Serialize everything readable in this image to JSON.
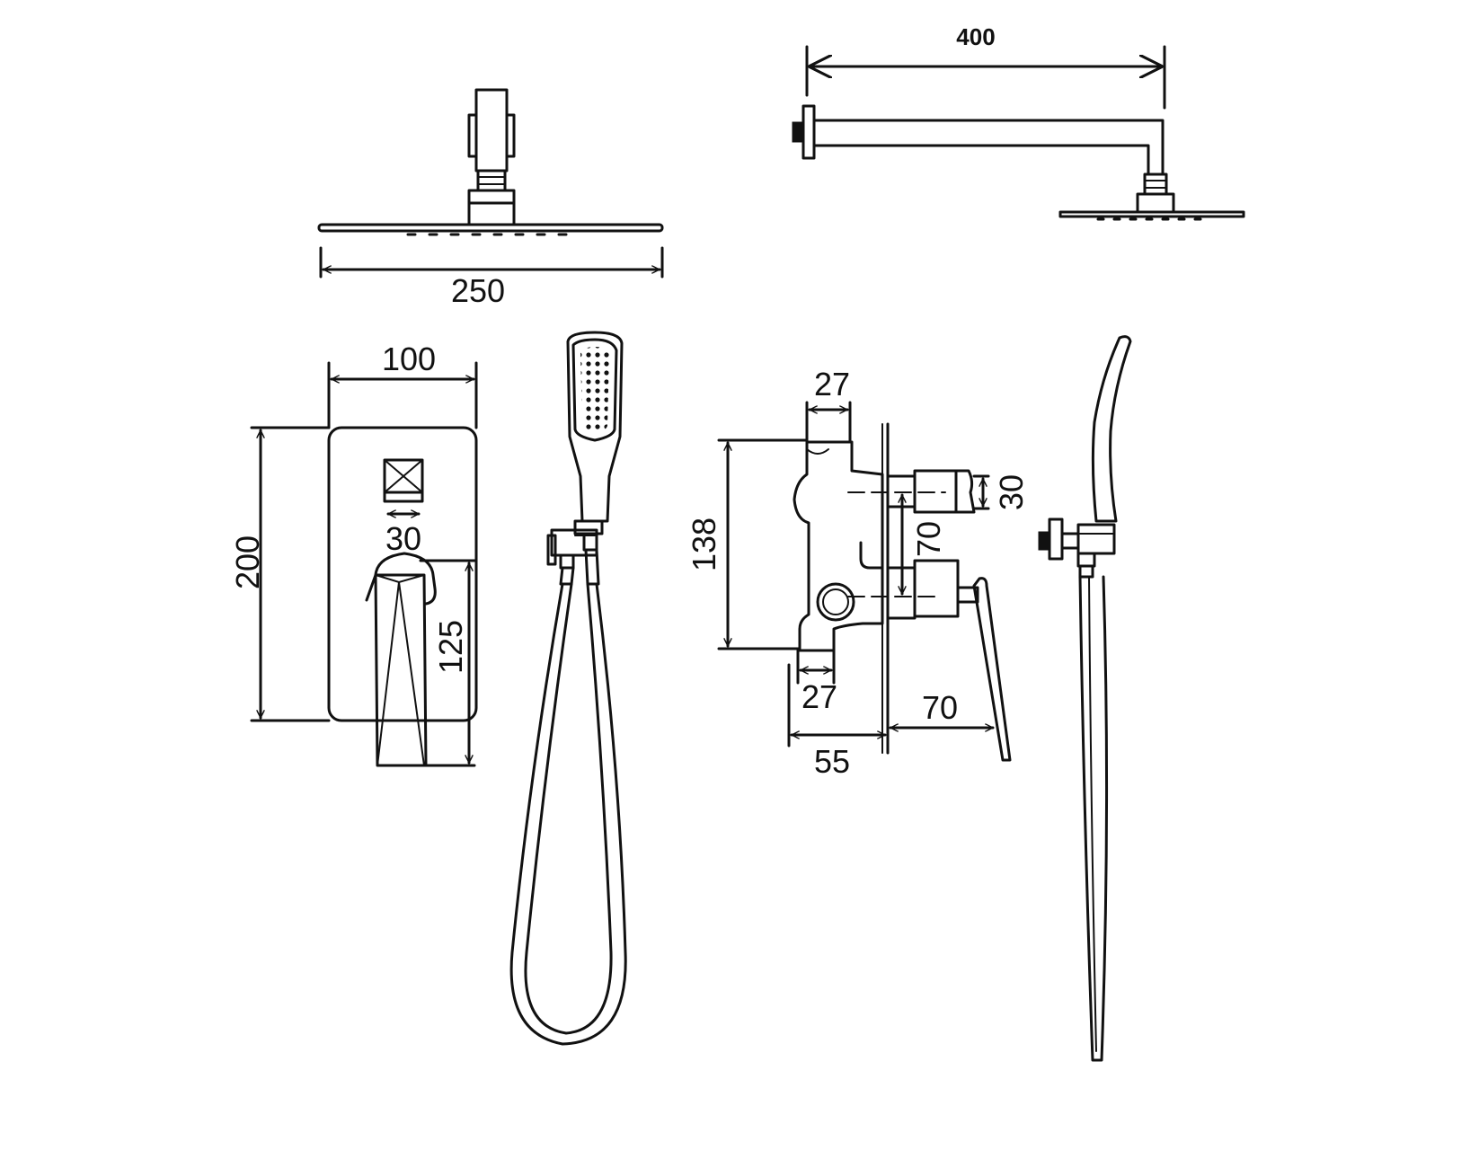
{
  "dimensions": {
    "arm_length": "400",
    "head_width": "250",
    "plate_width": "100",
    "plate_height": "200",
    "knob_width": "30",
    "lever_height": "125",
    "inlet_top": "27",
    "valve_height": "138",
    "outlet_diameter": "30",
    "port_spacing": "70",
    "inlet_bottom": "27",
    "body_depth": "55",
    "lever_projection": "70"
  },
  "colors": {
    "line": "#111111",
    "background": "#ffffff"
  }
}
